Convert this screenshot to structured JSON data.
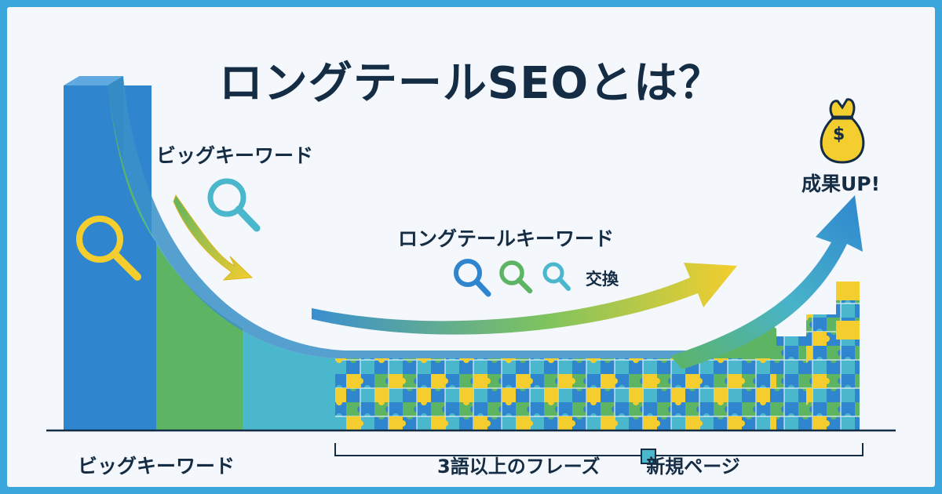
{
  "title": "ロングテールSEOとは？",
  "labels": {
    "big_keyword_top": "ビッグキーワード",
    "longtail_keyword": "ロングテールキーワード",
    "exchange": "交換",
    "result": "成果UP!",
    "big_keyword_bottom": "ビッグキーワード",
    "bottom_phrase": "3語以上のフレーズ",
    "new_page": "新規ページ"
  },
  "icons": {
    "money_bag": "money-bag-icon",
    "dollar": "$",
    "search": "search-icon"
  },
  "colors": {
    "blue": "#2f86cf",
    "green": "#5db463",
    "teal": "#4bb7cc",
    "yellow": "#f3ce2e",
    "dark": "#142c44",
    "frame": "#3aa6dc"
  }
}
